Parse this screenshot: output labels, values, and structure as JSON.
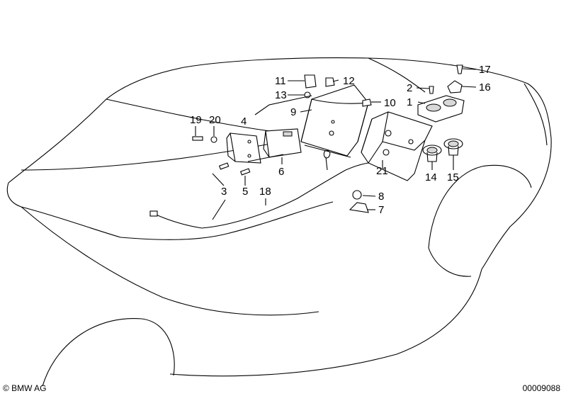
{
  "callouts": {
    "c1": "1",
    "c2": "2",
    "c3": "3",
    "c4": "4",
    "c5": "5",
    "c6": "6",
    "c7": "7",
    "c8": "8",
    "c9": "9",
    "c10": "10",
    "c11": "11",
    "c12": "12",
    "c13": "13",
    "c14": "14",
    "c15": "15",
    "c16": "16",
    "c17": "17",
    "c18": "18",
    "c19": "19",
    "c20": "20",
    "c21": "21"
  },
  "footer": {
    "copyright": "© BMW AG",
    "diagram_id": "00009088"
  }
}
